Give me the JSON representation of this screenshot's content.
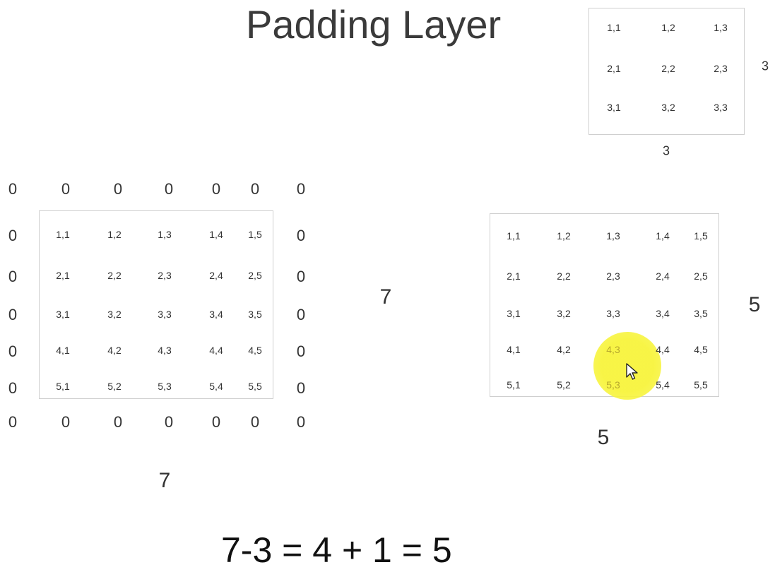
{
  "title": "Padding Layer",
  "kernel": {
    "labels": [
      [
        "1,1",
        "1,2",
        "1,3"
      ],
      [
        "2,1",
        "2,2",
        "2,3"
      ],
      [
        "3,1",
        "3,2",
        "3,3"
      ]
    ],
    "dim_right": "3",
    "dim_bottom": "3"
  },
  "padded_input": {
    "top_zeros": [
      "0",
      "0",
      "0",
      "0",
      "0",
      "0",
      "0"
    ],
    "bottom_zeros": [
      "0",
      "0",
      "0",
      "0",
      "0",
      "0",
      "0"
    ],
    "left_zeros": [
      "0",
      "0",
      "0",
      "0",
      "0"
    ],
    "right_zeros": [
      "0",
      "0",
      "0",
      "0",
      "0"
    ],
    "labels": [
      [
        "1,1",
        "1,2",
        "1,3",
        "1,4",
        "1,5"
      ],
      [
        "2,1",
        "2,2",
        "2,3",
        "2,4",
        "2,5"
      ],
      [
        "3,1",
        "3,2",
        "3,3",
        "3,4",
        "3,5"
      ],
      [
        "4,1",
        "4,2",
        "4,3",
        "4,4",
        "4,5"
      ],
      [
        "5,1",
        "5,2",
        "5,3",
        "5,4",
        "5,5"
      ]
    ],
    "dim_right": "7",
    "dim_bottom": "7"
  },
  "output": {
    "labels": [
      [
        "1,1",
        "1,2",
        "1,3",
        "1,4",
        "1,5"
      ],
      [
        "2,1",
        "2,2",
        "2,3",
        "2,4",
        "2,5"
      ],
      [
        "3,1",
        "3,2",
        "3,3",
        "3,4",
        "3,5"
      ],
      [
        "4,1",
        "4,2",
        "4,3",
        "4,4",
        "4,5"
      ],
      [
        "5,1",
        "5,2",
        "5,3",
        "5,4",
        "5,5"
      ]
    ],
    "dim_right": "5",
    "dim_bottom": "5"
  },
  "equation": "7-3 = 4 + 1 = 5",
  "colors": {
    "highlight": "#f7f43c",
    "box_border": "#cfcfcf",
    "text": "#333333"
  },
  "icons": {
    "pointer": "mouse-pointer-icon"
  }
}
